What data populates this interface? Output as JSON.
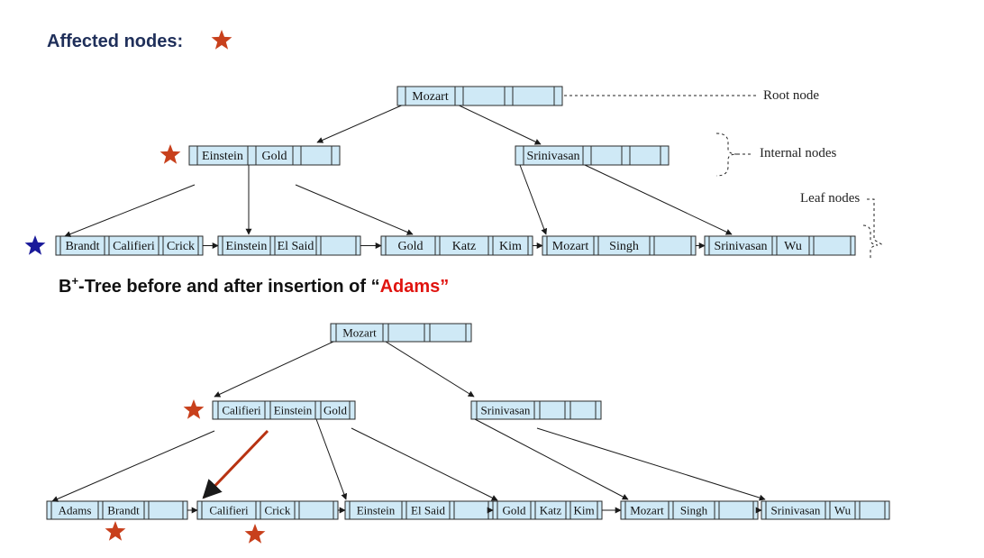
{
  "header": {
    "affected_label": "Affected nodes:",
    "affected_star_color": "#c8401c"
  },
  "caption": {
    "prefix": "B",
    "superscript": "+",
    "middle": "-Tree before and after insertion of ",
    "open_quote": "“",
    "key": "Adams",
    "close_quote": "”",
    "key_color": "#e0140f"
  },
  "colors": {
    "node_fill": "#cfe9f6",
    "node_stroke": "#2a2a2a",
    "edge": "#1a1a1a",
    "highlight_edge": "#b83312",
    "star_red": "#c8401c",
    "star_blue": "#1a1a9a",
    "heading": "#1f2f5a"
  },
  "annotations": {
    "root_node": "Root node",
    "internal_nodes": "Internal nodes",
    "leaf_nodes": "Leaf nodes"
  },
  "before_tree": {
    "root": [
      "Mozart",
      "",
      ""
    ],
    "internal": [
      [
        "Einstein",
        "Gold",
        ""
      ],
      [
        "Srinivasan",
        "",
        ""
      ]
    ],
    "leaves": [
      [
        "Brandt",
        "Califieri",
        "Crick"
      ],
      [
        "Einstein",
        "El Said",
        ""
      ],
      [
        "Gold",
        "Katz",
        "Kim"
      ],
      [
        "Mozart",
        "Singh",
        ""
      ],
      [
        "Srinivasan",
        "Wu",
        ""
      ]
    ]
  },
  "after_tree": {
    "root": [
      "Mozart",
      "",
      ""
    ],
    "internal": [
      [
        "Califieri",
        "Einstein",
        "Gold"
      ],
      [
        "Srinivasan",
        "",
        ""
      ]
    ],
    "leaves": [
      [
        "Adams",
        "Brandt",
        ""
      ],
      [
        "Califieri",
        "Crick",
        ""
      ],
      [
        "Einstein",
        "El Said",
        ""
      ],
      [
        "Gold",
        "Katz",
        "Kim"
      ],
      [
        "Mozart",
        "Singh",
        ""
      ],
      [
        "Srinivasan",
        "Wu",
        ""
      ]
    ]
  }
}
